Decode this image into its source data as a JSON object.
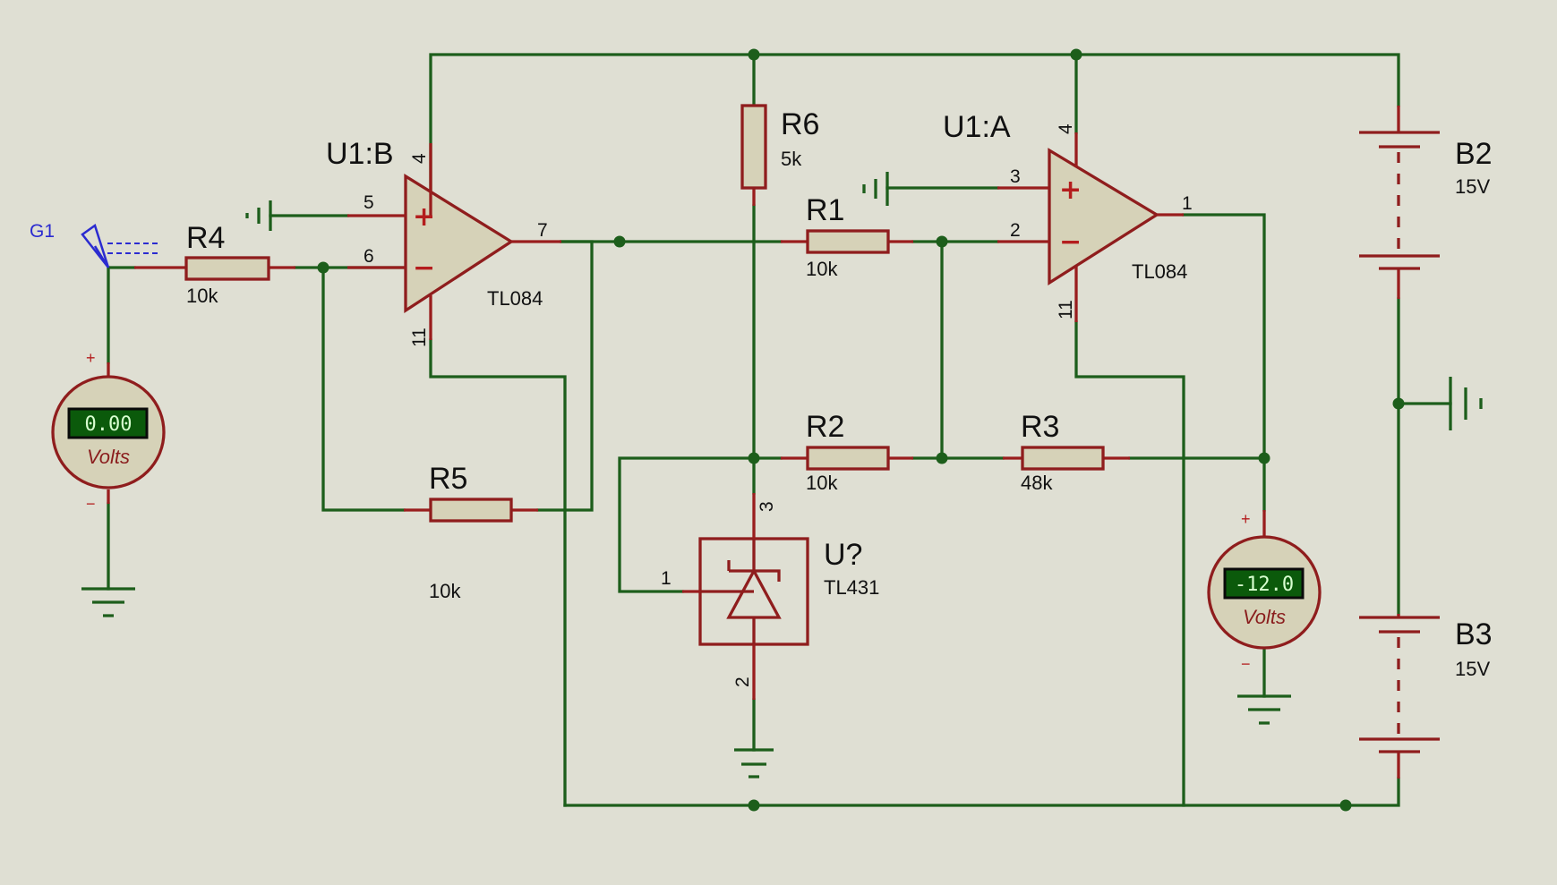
{
  "components": {
    "u1b": {
      "ref": "U1:B",
      "value": "TL084",
      "pin_plus": "5",
      "pin_minus": "6",
      "pin_out": "7",
      "pin_vpos": "4",
      "pin_vneg": "11"
    },
    "u1a": {
      "ref": "U1:A",
      "value": "TL084",
      "pin_plus": "3",
      "pin_minus": "2",
      "pin_out": "1",
      "pin_vpos": "4",
      "pin_vneg": "11"
    },
    "r1": {
      "ref": "R1",
      "value": "10k"
    },
    "r2": {
      "ref": "R2",
      "value": "10k"
    },
    "r3": {
      "ref": "R3",
      "value": "48k"
    },
    "r4": {
      "ref": "R4",
      "value": "10k"
    },
    "r5": {
      "ref": "R5",
      "value": "10k"
    },
    "r6": {
      "ref": "R6",
      "value": "5k"
    },
    "u_ref": {
      "ref": "U?",
      "value": "TL431",
      "pin_cathode": "3",
      "pin_ref": "1",
      "pin_anode": "2"
    },
    "b2": {
      "ref": "B2",
      "value": "15V"
    },
    "b3": {
      "ref": "B3",
      "value": "15V"
    },
    "g1": {
      "ref": "G1"
    }
  },
  "meters": {
    "input": {
      "reading": "0.00",
      "unit": "Volts",
      "plus": "+",
      "minus": "−"
    },
    "output": {
      "reading": "-12.0",
      "unit": "Volts",
      "plus": "+",
      "minus": "−"
    }
  },
  "opamp_signs": {
    "plus": "+",
    "minus": "−"
  },
  "colors": {
    "background": "#dfdfd3",
    "wire": "#1d5e1b",
    "component_outline": "#8f1d1d",
    "component_fill": "#d6d2b8",
    "generator_label": "#2b2bd0",
    "meter_display": "#0b5a0b"
  }
}
